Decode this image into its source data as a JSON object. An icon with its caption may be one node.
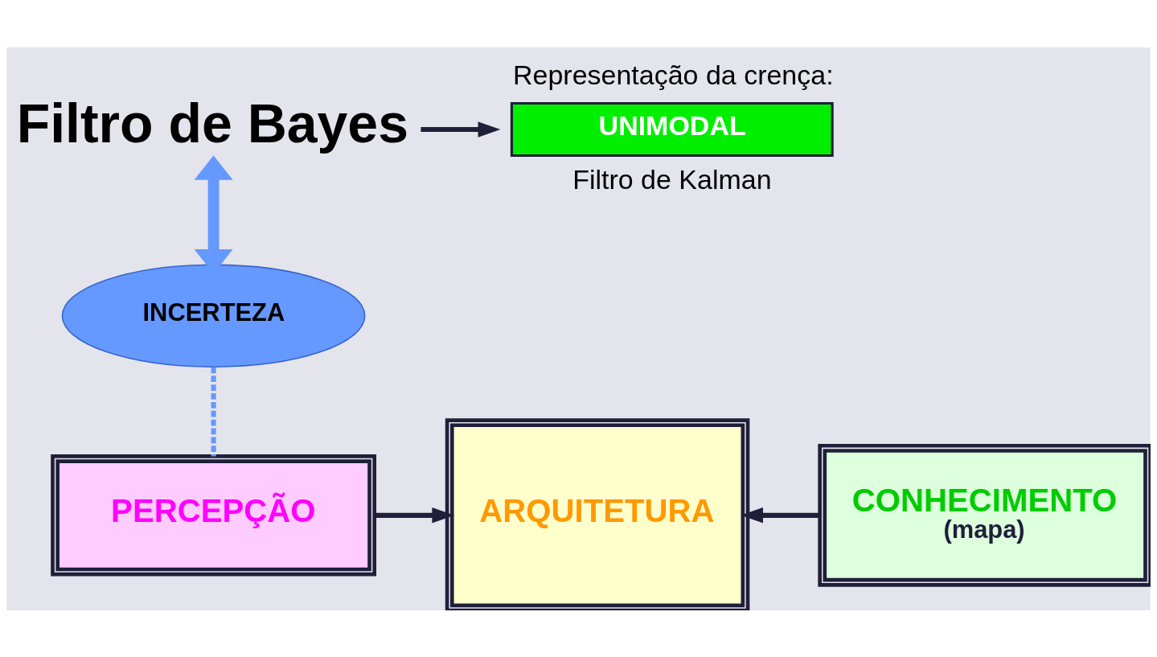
{
  "diagram": {
    "nodes": [
      {
        "text": [
          "Filtro de Bayes"
        ]
      },
      {
        "text": [
          "UNIMODAL"
        ],
        "beside": [
          "Representação da crença:",
          "Filtro de Kalman"
        ]
      },
      {
        "text": [
          "INCERTEZA"
        ]
      },
      {
        "text": [
          "PERCEPÇÃO"
        ]
      },
      {
        "text": [
          "ARQUITETURA"
        ]
      },
      {
        "text": [
          "CONHECIMENTO",
          "(mapa)"
        ]
      }
    ],
    "edges": [
      {
        "from": 0,
        "to": 1,
        "arrow": "to"
      },
      {
        "from": 0,
        "to": 2,
        "arrow": "both",
        "style": "thick",
        "color": "#6699ff"
      },
      {
        "from": 3,
        "to": 2,
        "arrow": "none",
        "style": "dashed",
        "color": "#6699ff"
      },
      {
        "from": 3,
        "to": 4,
        "arrow": "to",
        "color": "#1f1f3a"
      },
      {
        "from": 5,
        "to": 4,
        "arrow": "to",
        "color": "#1f1f3a"
      }
    ]
  }
}
